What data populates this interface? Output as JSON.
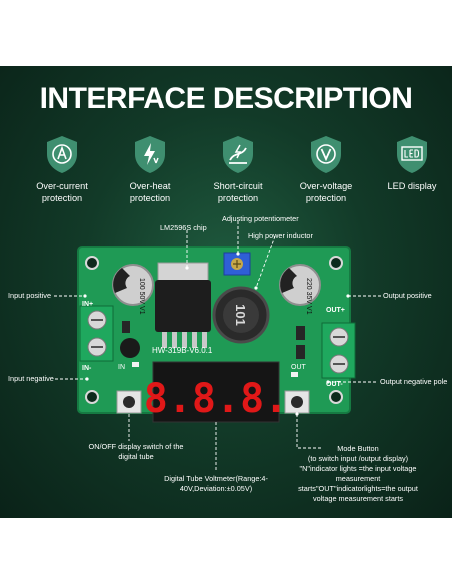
{
  "title": "INTERFACE DESCRIPTION",
  "features": [
    {
      "label": "Over-current protection",
      "icon": "over-current-icon"
    },
    {
      "label": "Over-heat protection",
      "icon": "over-heat-icon"
    },
    {
      "label": "Short-circuit protection",
      "icon": "short-circuit-icon"
    },
    {
      "label": "Over-voltage protection",
      "icon": "over-voltage-icon"
    },
    {
      "label": "LED display",
      "icon": "led-display-icon"
    }
  ],
  "annotations": {
    "adjusting_potentiometer": "Adjusting potentiometer",
    "chip": "LM2596S chip",
    "inductor": "High power inductor",
    "input_positive": "Input positive",
    "output_positive": "Output positive",
    "input_negative": "Input negative",
    "output_negative": "Output negative pole",
    "onoff": "ON/OFF display switch of the digital tube",
    "digital_tube": "Digital Tube Voltmeter(Range:4-40V,Deviation:±0.05V)",
    "mode_button_title": "Mode Button",
    "mode_button_desc": "(to switch input /output display) \"N\"indicator lights =the input voltage measurement starts\"OUT\"indicatorlights=the output voltage measurement starts"
  },
  "board": {
    "model": "HW-319B-V6.0.1",
    "cap_left": "100 50V V1",
    "cap_right": "220 35V V1",
    "inductor_code": "101",
    "in_plus": "IN+",
    "in_minus": "IN-",
    "in_label": "IN",
    "out_label": "OUT",
    "out_plus": "OUT+",
    "out_minus": "OUT-",
    "display": "8.8.8."
  },
  "colors": {
    "background": "#123a28",
    "icon_shield": "#3f8f70",
    "pcb": "#1f9a55",
    "led": "#e01818"
  }
}
